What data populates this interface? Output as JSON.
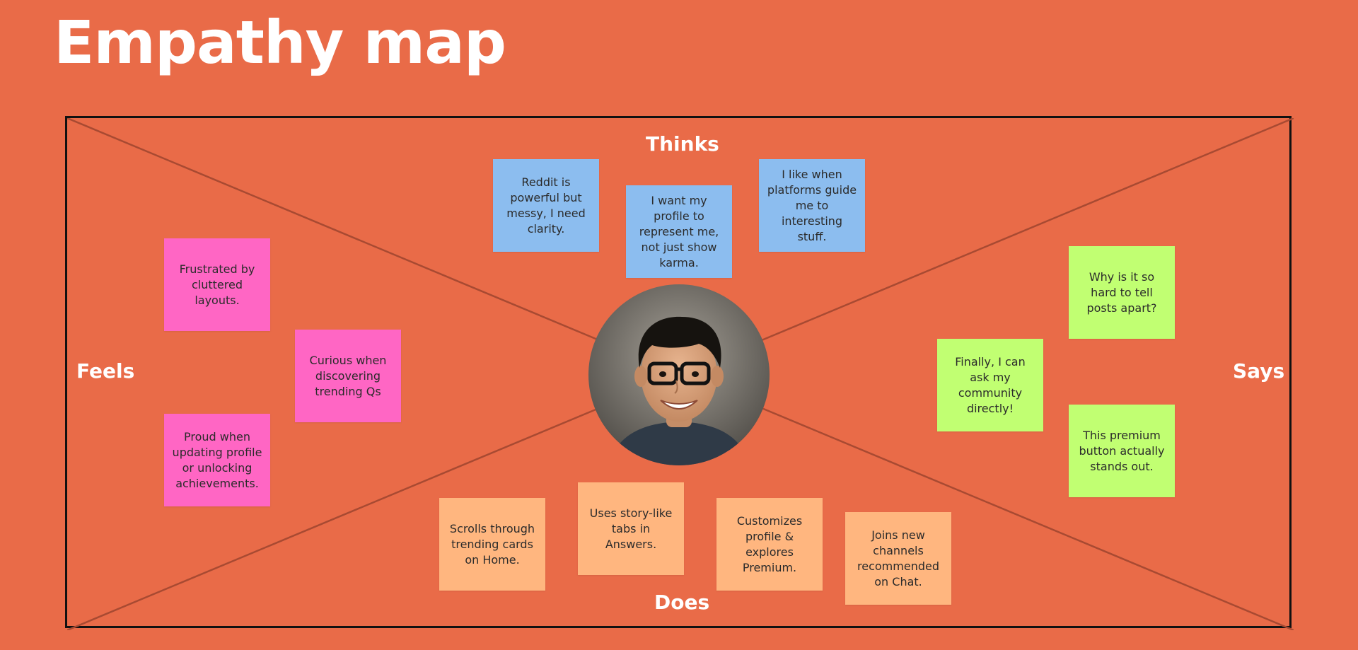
{
  "title": "Empathy map",
  "colors": {
    "background": "#E96B48",
    "feels": "#FF66C4",
    "thinks": "#8CBDEF",
    "says": "#C1FF72",
    "does": "#FFB67F"
  },
  "avatar_icon": "person-portrait-icon",
  "quadrants": {
    "thinks": {
      "label": "Thinks",
      "notes": [
        "Reddit is powerful but messy, I need clarity.",
        "I want my profile to represent me, not just show karma.",
        "I like when platforms guide me to interesting stuff."
      ]
    },
    "feels": {
      "label": "Feels",
      "notes": [
        "Frustrated by cluttered layouts.",
        "Curious when discovering trending Qs",
        "Proud when updating profile or unlocking achievements."
      ]
    },
    "says": {
      "label": "Says",
      "notes": [
        "Why is it so hard to tell posts apart?",
        "Finally, I can ask my community directly!",
        "This premium button actually stands out."
      ]
    },
    "does": {
      "label": "Does",
      "notes": [
        "Scrolls through trending cards on Home.",
        "Uses story-like tabs in Answers.",
        "Customizes profile & explores Premium.",
        "Joins new channels recommended on Chat."
      ]
    }
  }
}
